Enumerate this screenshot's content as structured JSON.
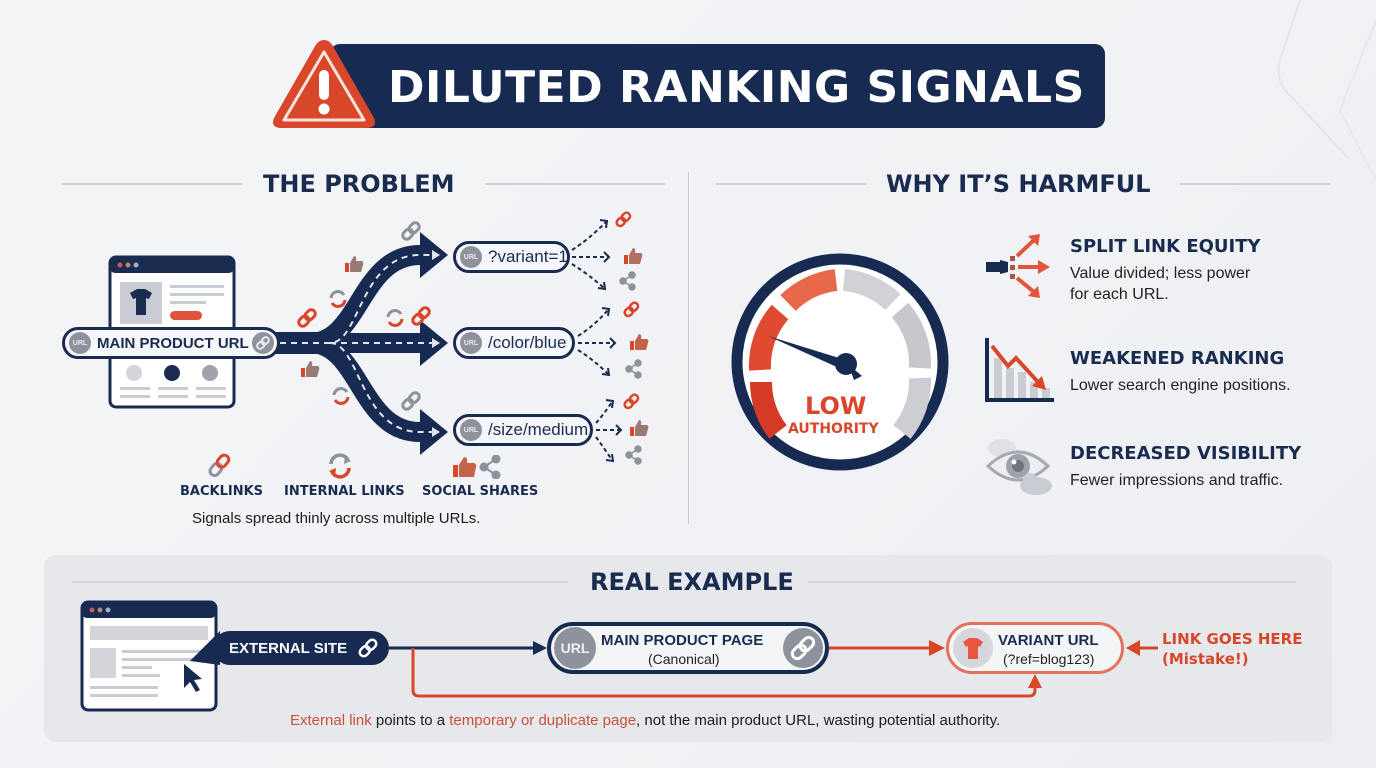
{
  "header": {
    "title": "DILUTED RANKING SIGNALS",
    "icon": "warning-triangle-icon"
  },
  "colors": {
    "navy": "#172a52",
    "accent_red": "#d9472b",
    "gray": "#8e929c",
    "background": "#f2f3f5",
    "panel": "#e6e8ec"
  },
  "problem": {
    "heading": "THE PROBLEM",
    "main_url": {
      "badge": "URL",
      "label": "MAIN PRODUCT URL"
    },
    "variant_urls": [
      {
        "badge": "URL",
        "label": "?variant=1"
      },
      {
        "badge": "URL",
        "label": "/color/blue"
      },
      {
        "badge": "URL",
        "label": "/size/medium"
      }
    ],
    "legend": [
      {
        "icon": "link-chain-icon",
        "label": "BACKLINKS"
      },
      {
        "icon": "refresh-cycle-icon",
        "label": "INTERNAL LINKS"
      },
      {
        "icon": "thumbs-up-share-icon",
        "label": "SOCIAL SHARES"
      }
    ],
    "caption": "Signals spread thinly across multiple URLs."
  },
  "harmful": {
    "heading": "WHY IT’S HARMFUL",
    "gauge": {
      "line1": "LOW",
      "line2": "AUTHORITY"
    },
    "items": [
      {
        "icon": "split-arrows-icon",
        "title": "SPLIT LINK EQUITY",
        "desc_line1": "Value divided; less power",
        "desc_line2": "for each URL."
      },
      {
        "icon": "declining-chart-icon",
        "title": "WEAKENED RANKING",
        "desc_line1": "Lower search engine positions.",
        "desc_line2": ""
      },
      {
        "icon": "cloudy-eye-icon",
        "title": "DECREASED VISIBILITY",
        "desc_line1": "Fewer impressions and traffic.",
        "desc_line2": ""
      }
    ]
  },
  "example": {
    "heading": "REAL EXAMPLE",
    "external_site": "EXTERNAL SITE",
    "main_page": {
      "badge": "URL",
      "title": "MAIN PRODUCT PAGE",
      "sub": "(Canonical)"
    },
    "variant": {
      "title": "VARIANT URL",
      "sub": "(?ref=blog123)"
    },
    "mistake_line1": "LINK GOES HERE",
    "mistake_line2": "(Mistake!)",
    "caption": {
      "part1": "External link",
      "part2": " points to a ",
      "part3": "temporary or duplicate page",
      "part4": ", not the main product URL, wasting potential authority."
    }
  }
}
